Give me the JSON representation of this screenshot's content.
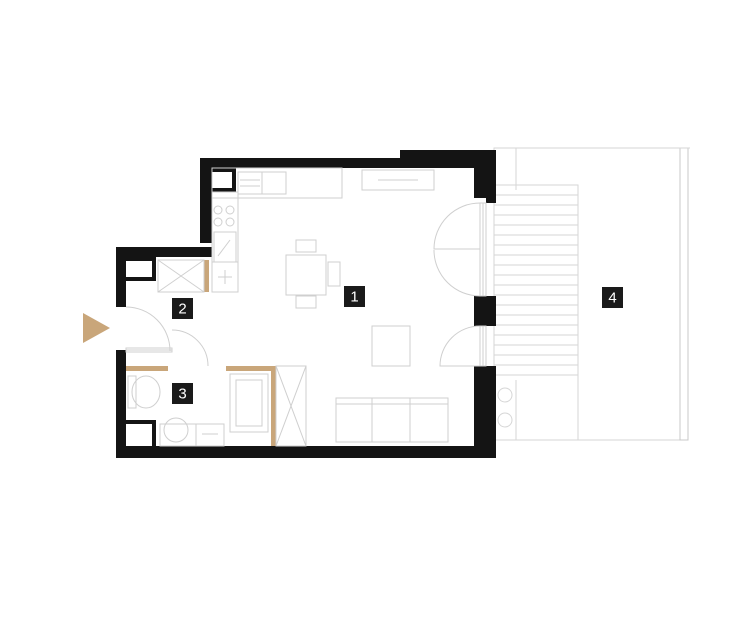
{
  "colors": {
    "wall": "#141414",
    "accent": "#c9a67a",
    "fixture_line": "#cfcfcf",
    "badge_bg": "#1a1a1a",
    "badge_text": "#ffffff"
  },
  "rooms": [
    {
      "label": "1"
    },
    {
      "label": "2"
    },
    {
      "label": "3"
    },
    {
      "label": "4"
    }
  ],
  "icons": {
    "entrance": "triangle-arrow-right-icon"
  }
}
